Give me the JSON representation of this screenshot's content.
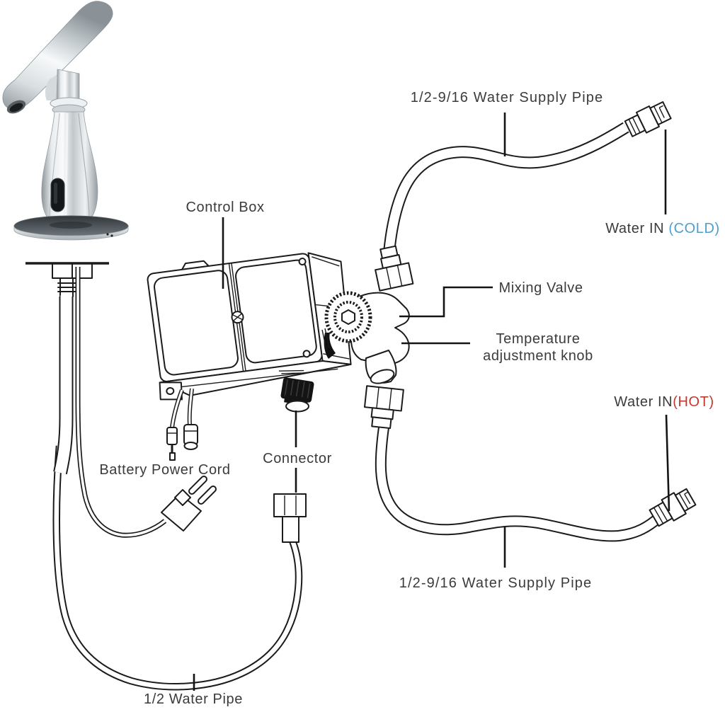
{
  "diagram": {
    "labels": {
      "top_supply_pipe": "1/2-9/16 Water Supply Pipe",
      "water_in_cold_prefix": "Water IN ",
      "water_in_cold_paren": "(COLD)",
      "control_box": "Control Box",
      "mixing_valve": "Mixing Valve",
      "temp_line1": "Temperature",
      "temp_line2": "adjustment knob",
      "water_in_hot_prefix": "Water IN",
      "water_in_hot_paren": "(HOT)",
      "battery_power_cord": "Battery Power Cord",
      "connector": "Connector",
      "bottom_supply_pipe": "1/2-9/16 Water Supply Pipe",
      "bottom_water_pipe": "1/2 Water Pipe"
    },
    "colors": {
      "cold": "#4D9ECF",
      "hot": "#C0392F",
      "text": "#3B3B3B",
      "line": "#1B1B1B"
    }
  }
}
